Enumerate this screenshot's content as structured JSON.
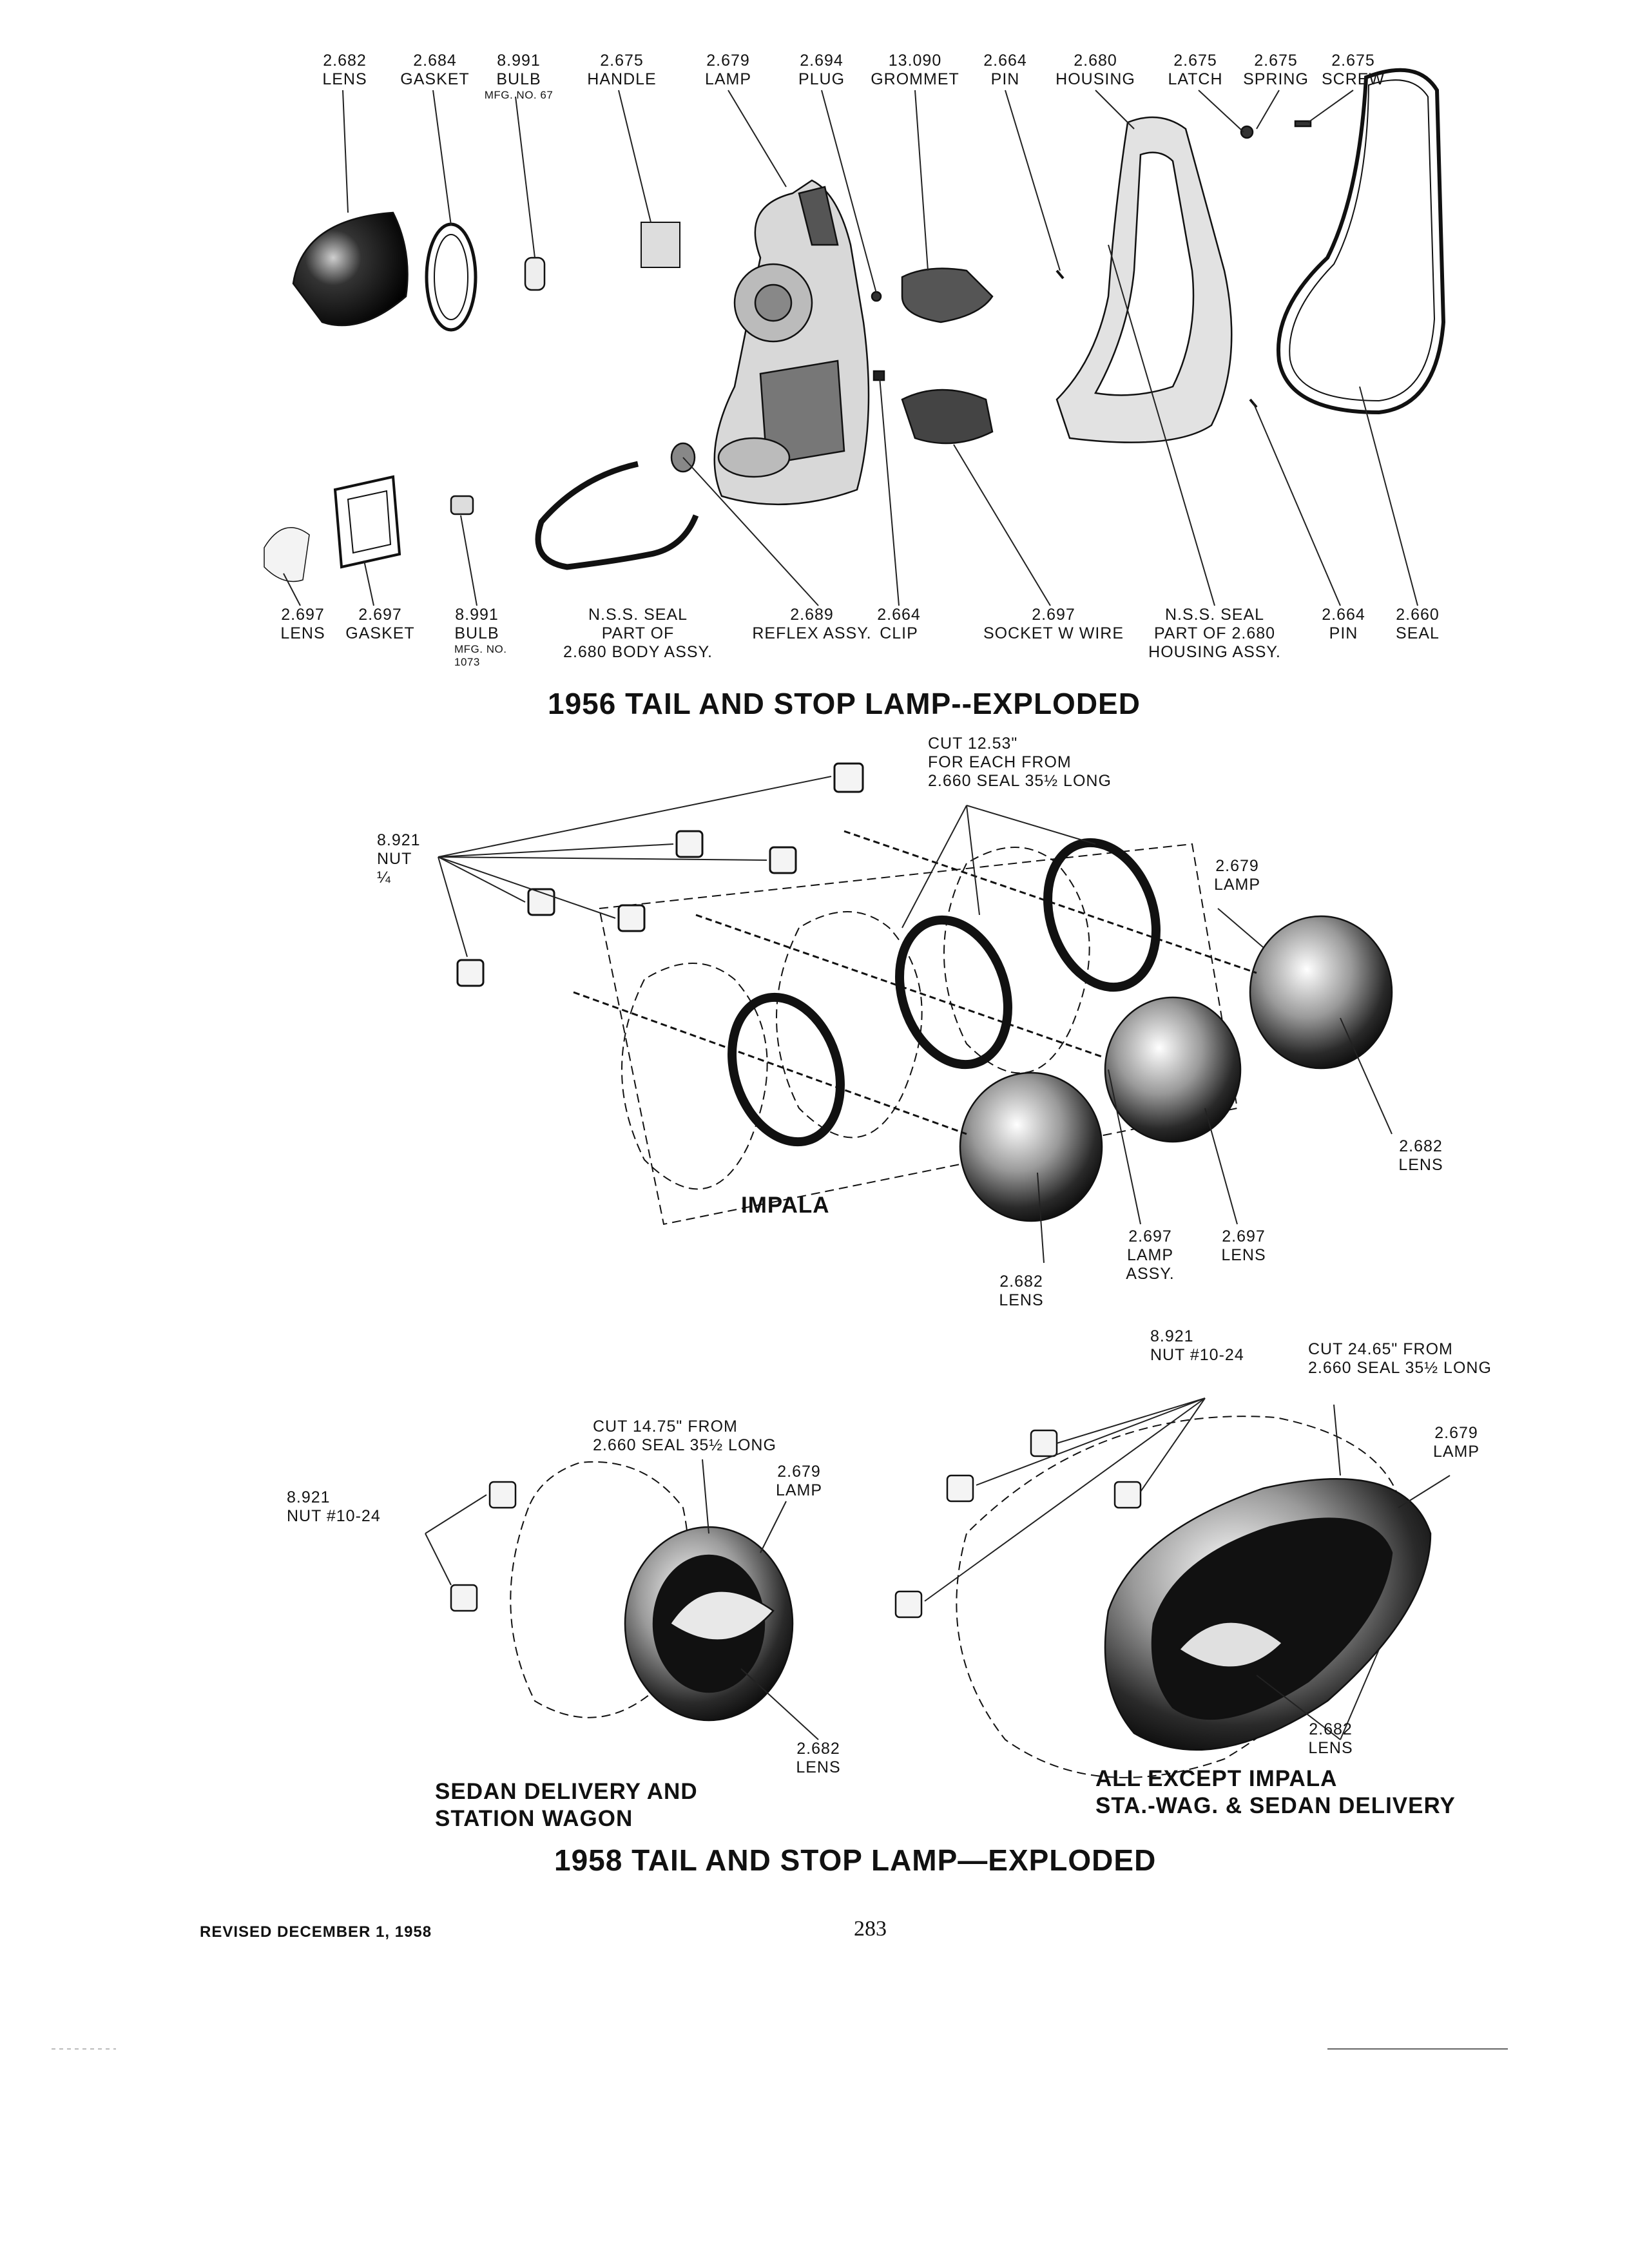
{
  "figure_1956": {
    "title": "1956 TAIL AND STOP LAMP--EXPLODED",
    "top_callouts": [
      {
        "number": "2.682",
        "name": "LENS"
      },
      {
        "number": "2.684",
        "name": "GASKET"
      },
      {
        "number": "8.991",
        "name": "BULB",
        "note": "MFG. NO. 67"
      },
      {
        "number": "2.675",
        "name": "HANDLE"
      },
      {
        "number": "2.679",
        "name": "LAMP"
      },
      {
        "number": "2.694",
        "name": "PLUG"
      },
      {
        "number": "13.090",
        "name": "GROMMET"
      },
      {
        "number": "2.664",
        "name": "PIN"
      },
      {
        "number": "2.680",
        "name": "HOUSING"
      },
      {
        "number": "2.675",
        "name": "LATCH"
      },
      {
        "number": "2.675",
        "name": "SPRING"
      },
      {
        "number": "2.675",
        "name": "SCREW"
      }
    ],
    "bottom_callouts": [
      {
        "number": "2.697",
        "name": "LENS"
      },
      {
        "number": "2.697",
        "name": "GASKET"
      },
      {
        "number": "8.991",
        "name": "BULB",
        "note": "MFG. NO.\n1073"
      },
      {
        "number": "N.S.S. SEAL",
        "name": "PART OF\n2.680 BODY ASSY."
      },
      {
        "number": "2.689",
        "name": "REFLEX ASSY."
      },
      {
        "number": "2.664",
        "name": "CLIP"
      },
      {
        "number": "2.697",
        "name": "SOCKET W WIRE"
      },
      {
        "number": "N.S.S. SEAL",
        "name": "PART OF 2.680\nHOUSING ASSY."
      },
      {
        "number": "2.664",
        "name": "PIN"
      },
      {
        "number": "2.660",
        "name": "SEAL"
      }
    ]
  },
  "figure_impala": {
    "label": "IMPALA",
    "cut_note": "CUT 12.53\"\nFOR EACH FROM\n2.660 SEAL 35½ LONG",
    "nut": "8.921\nNUT\n¼",
    "lamp": "2.679\nLAMP",
    "lens_right": "2.682\nLENS",
    "lens_bottom": "2.682\nLENS",
    "lamp_assy": "2.697\nLAMP\nASSY.",
    "lens_697": "2.697\nLENS"
  },
  "figure_1958": {
    "title": "1958 TAIL AND STOP LAMP—EXPLODED",
    "sedan": {
      "caption": "SEDAN DELIVERY AND\nSTATION WAGON",
      "cut_note": "CUT 14.75\" FROM\n2.660 SEAL 35½ LONG",
      "nut": "8.921\nNUT  #10-24",
      "lamp": "2.679\nLAMP",
      "lens": "2.682\nLENS"
    },
    "all_except": {
      "caption": "ALL EXCEPT IMPALA\nSTA.-WAG. & SEDAN DELIVERY",
      "nut": "8.921\nNUT  #10-24",
      "cut_note": "CUT 24.65\" FROM\n2.660 SEAL 35½ LONG",
      "lamp": "2.679\nLAMP",
      "lens": "2.682\nLENS"
    }
  },
  "footer": {
    "revised": "REVISED DECEMBER 1, 1958",
    "page_number": "283"
  }
}
